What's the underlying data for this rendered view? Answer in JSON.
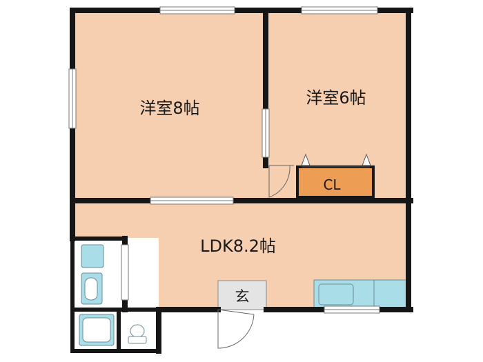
{
  "rooms": {
    "western_8": "洋室8帖",
    "western_6": "洋室6帖",
    "ldk": "LDK8.2帖",
    "closet": "CL",
    "entrance": "玄"
  },
  "colors": {
    "floor": "#f6cfb1",
    "wall": "#161616",
    "closet": "#ee9d54",
    "fixture": "#a9dde8",
    "entrance_floor": "#e4e4e4",
    "window": "#ffffff"
  }
}
